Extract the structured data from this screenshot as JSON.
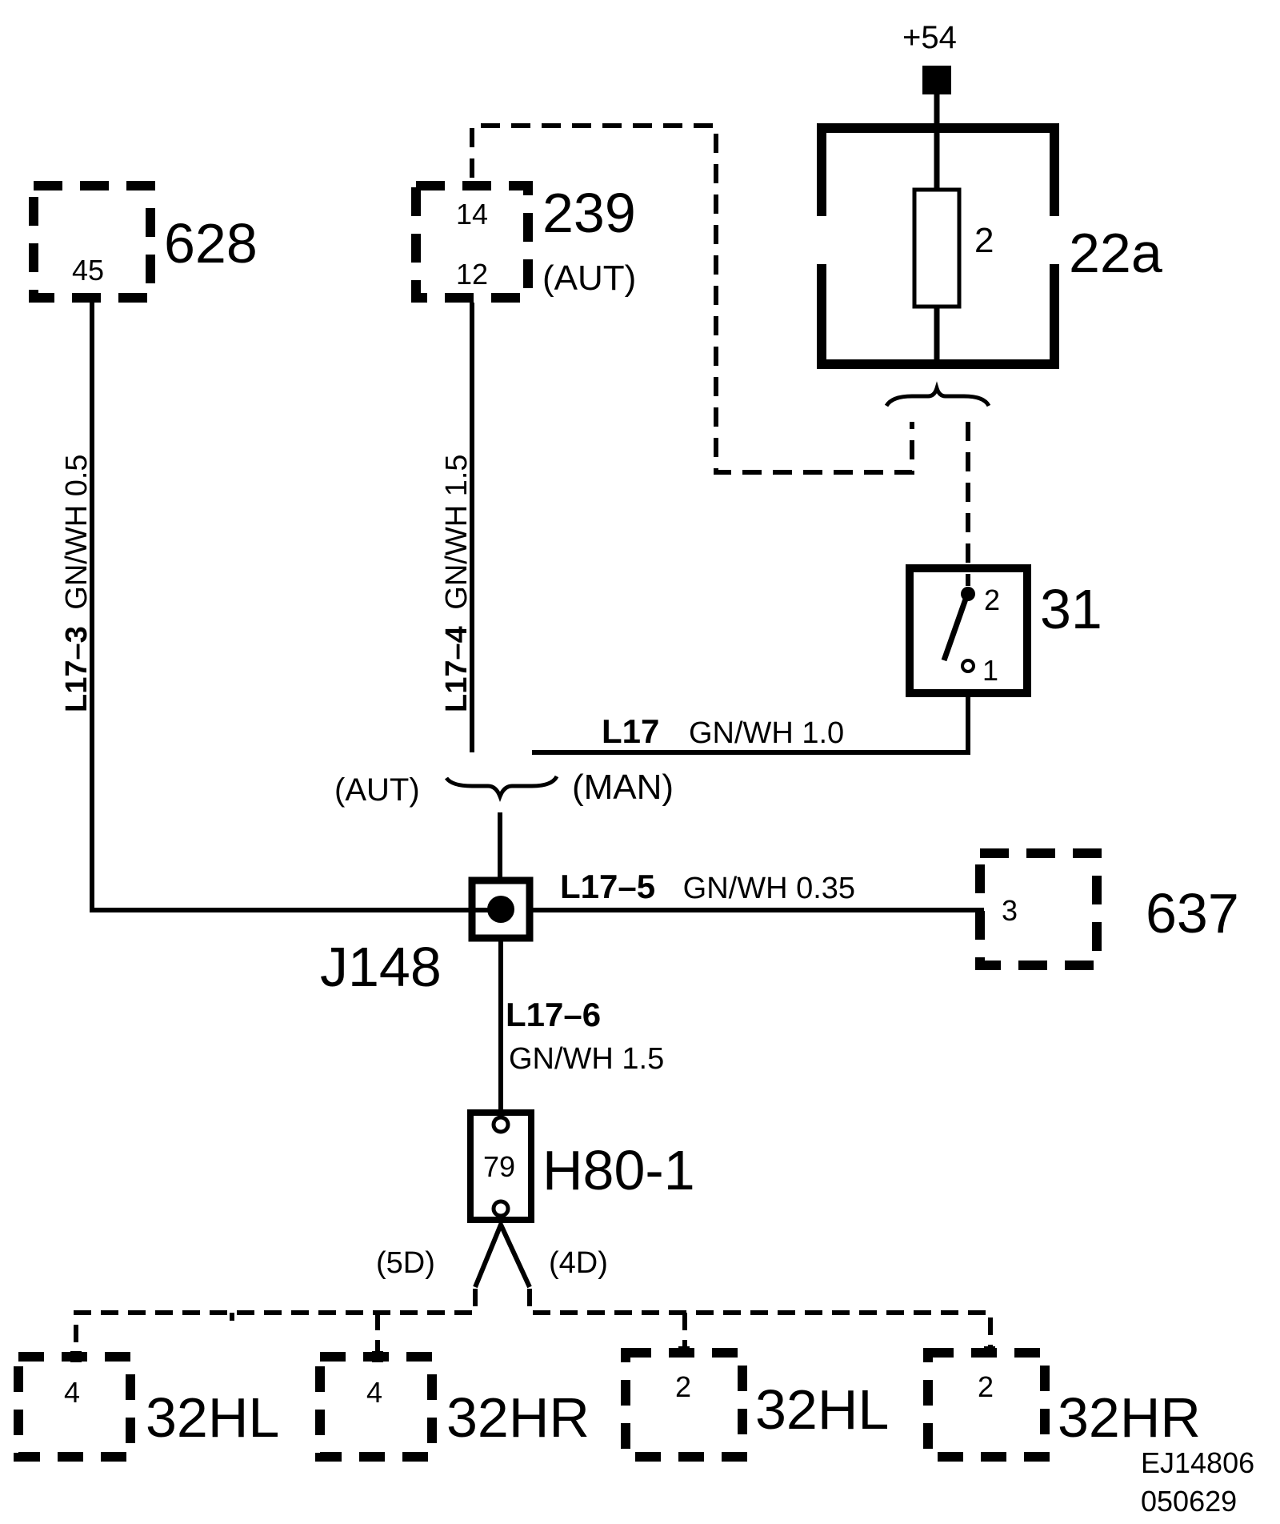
{
  "supply": {
    "label": "+54"
  },
  "components": {
    "c628": {
      "label": "628",
      "pin": "45"
    },
    "c239": {
      "label": "239",
      "variant": "(AUT)",
      "pin_top": "14",
      "pin_bottom": "12"
    },
    "c22a": {
      "label": "22a",
      "fuse": "2"
    },
    "c31": {
      "label": "31",
      "pin_top": "2",
      "pin_bottom": "1"
    },
    "c637": {
      "label": "637",
      "pin": "3"
    },
    "j148": {
      "label": "J148"
    },
    "h80": {
      "label": "H80-1",
      "pin": "79"
    },
    "c32hl_a": {
      "label": "32HL",
      "pin": "4"
    },
    "c32hr_a": {
      "label": "32HR",
      "pin": "4"
    },
    "c32hl_b": {
      "label": "32HL",
      "pin": "2"
    },
    "c32hr_b": {
      "label": "32HR",
      "pin": "2"
    }
  },
  "wires": {
    "l17_3": {
      "id": "L17–3",
      "spec": "GN/WH  0.5"
    },
    "l17_4": {
      "id": "L17–4",
      "spec": "GN/WH  1.5"
    },
    "l17": {
      "id": "L17",
      "spec": "GN/WH  1.0"
    },
    "l17_5": {
      "id": "L17–5",
      "spec": "GN/WH   0.35"
    },
    "l17_6": {
      "id": "L17–6",
      "spec": "GN/WH   1.5"
    }
  },
  "variants": {
    "aut": "(AUT)",
    "man": "(MAN)",
    "d5": "(5D)",
    "d4": "(4D)"
  },
  "footer": {
    "code": "EJ14806",
    "date": "050629"
  }
}
